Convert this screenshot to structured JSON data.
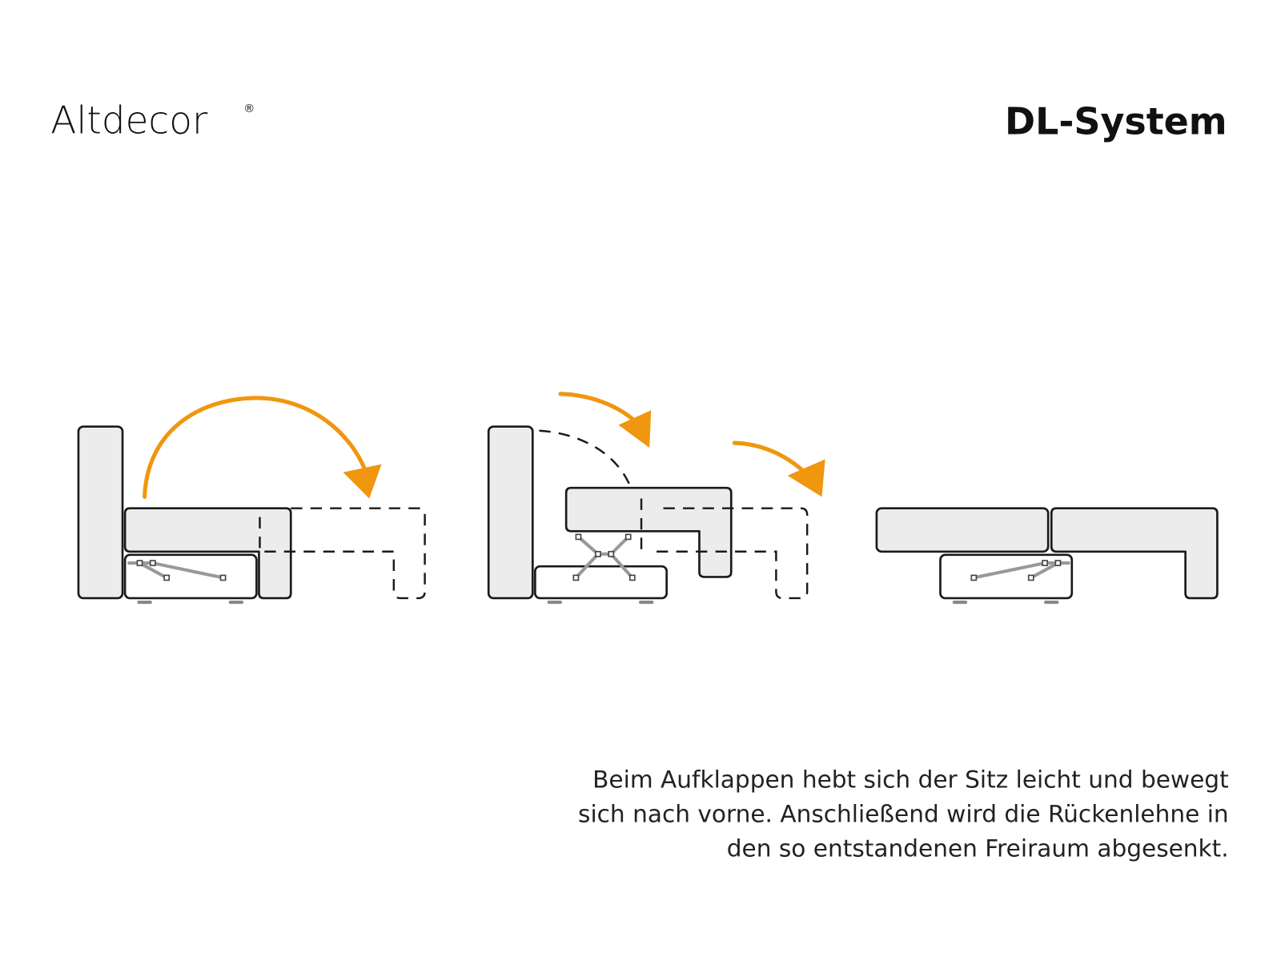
{
  "brand": {
    "name": "Altdecor",
    "mark": "®"
  },
  "title": "DL-System",
  "description": [
    "Beim Aufklappen hebt sich der Sitz leicht und bewegt",
    "sich nach vorne. Anschließend wird die Rückenlehne in",
    "den so entstandenen Freiraum abgesenkt."
  ],
  "colors": {
    "accent": "#F0960F",
    "cushion": "#ECECEC",
    "outline": "#1A1A1A"
  },
  "steps": [
    "step-1-closed",
    "step-2-seat-forward",
    "step-3-bed"
  ]
}
